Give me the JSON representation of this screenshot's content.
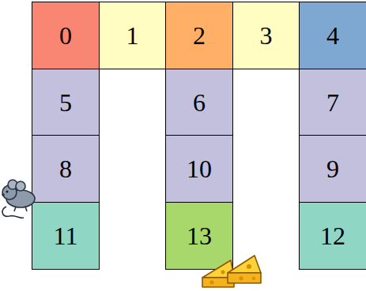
{
  "diagram": {
    "nodes": [
      {
        "text": [
          "0"
        ]
      },
      {
        "text": [
          "1"
        ]
      },
      {
        "text": [
          "2"
        ]
      },
      {
        "text": [
          "3"
        ]
      },
      {
        "text": [
          "4"
        ]
      },
      {
        "text": [
          "5"
        ]
      },
      {
        "text": [
          "6"
        ]
      },
      {
        "text": [
          "7"
        ]
      },
      {
        "text": [
          "8"
        ]
      },
      {
        "text": [
          "10"
        ]
      },
      {
        "text": [
          "9"
        ]
      },
      {
        "text": [
          "11"
        ]
      },
      {
        "text": [
          "13"
        ]
      },
      {
        "text": [
          "12"
        ]
      }
    ]
  }
}
